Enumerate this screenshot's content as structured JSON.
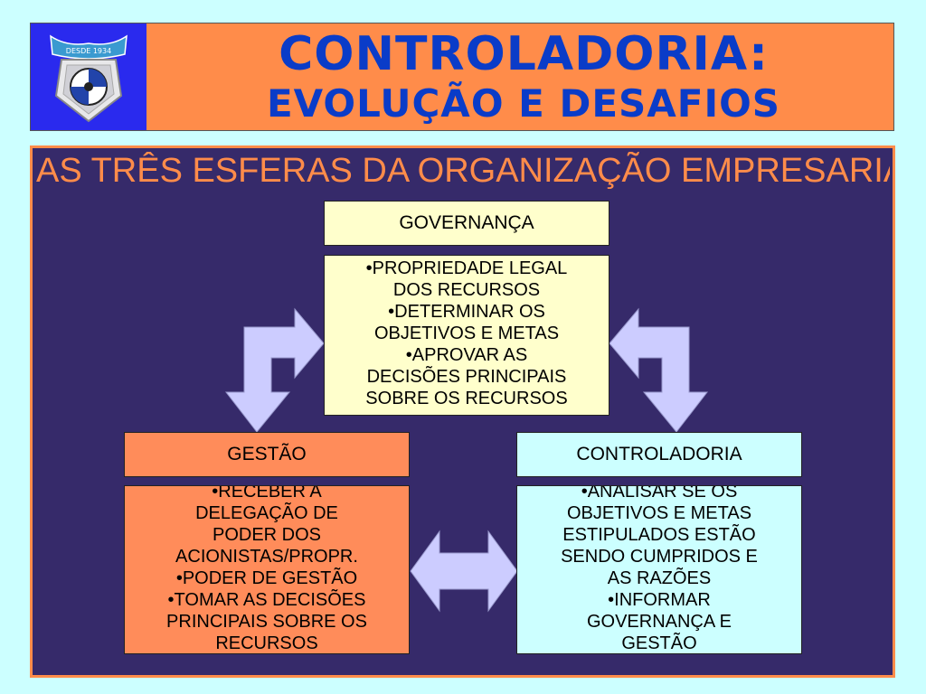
{
  "header": {
    "title_line1": "CONTROLADORIA:",
    "title_line2": "EVOLUÇÃO E DESAFIOS",
    "logo_icon": "university-crest-icon",
    "logo_text": "DESDE 1934",
    "background": "#ff8c4a",
    "title_color": "#0a3cc8"
  },
  "slide": {
    "title": "AS TRÊS ESFERAS DA ORGANIZAÇÃO EMPRESARIAL",
    "title_color": "#ff8c4a",
    "panel_color": "#362a6a"
  },
  "governanca": {
    "title": "GOVERNANÇA",
    "lines": [
      "•PROPRIEDADE LEGAL",
      "DOS RECURSOS",
      "•DETERMINAR OS",
      "OBJETIVOS E METAS",
      "•APROVAR AS",
      "DECISÕES PRINCIPAIS",
      "SOBRE OS RECURSOS"
    ],
    "color": "#ffffcc"
  },
  "gestao": {
    "title": "GESTÃO",
    "lines": [
      "•RECEBER A",
      "DELEGAÇÃO DE",
      "PODER DOS",
      "ACIONISTAS/PROPR.",
      "•PODER DE GESTÃO",
      "•TOMAR AS DECISÕES",
      "PRINCIPAIS SOBRE OS",
      "RECURSOS"
    ],
    "color": "#ff8c5a"
  },
  "controladoria": {
    "title": "CONTROLADORIA",
    "lines": [
      "•ANALISAR SE OS",
      "OBJETIVOS E METAS",
      "ESTIPULADOS ESTÃO",
      "SENDO CUMPRIDOS E",
      "AS RAZÕES",
      "•INFORMAR",
      "GOVERNANÇA E",
      "GESTÃO"
    ],
    "color": "#ccffff"
  },
  "arrows": {
    "left_icon": "bent-arrow-down-left-icon",
    "right_icon": "bent-arrow-down-right-icon",
    "bottom_icon": "double-headed-arrow-icon",
    "color": "#ccccff"
  }
}
